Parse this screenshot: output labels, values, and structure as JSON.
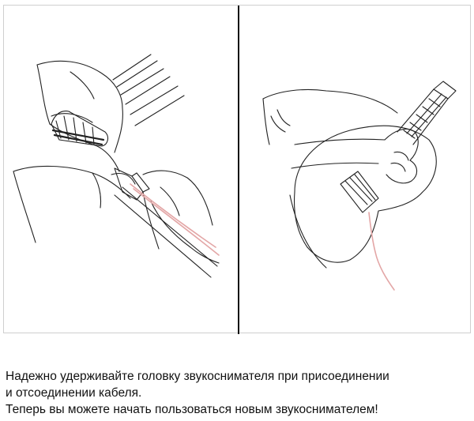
{
  "caption": {
    "line1": "Надежно удерживайте головку звукоснимателя при присоединении",
    "line2": "и отсоединении кабеля.",
    "line3": "Теперь вы можете начать пользоваться новым звукоснимателем!"
  },
  "illustrations": {
    "left_icon": "hands-holding-pickup-cable-illustration",
    "right_icon": "person-playing-ukulele-illustration"
  },
  "colors": {
    "line": "#222222",
    "cable": "#e3a6a6",
    "divider": "#111111"
  }
}
